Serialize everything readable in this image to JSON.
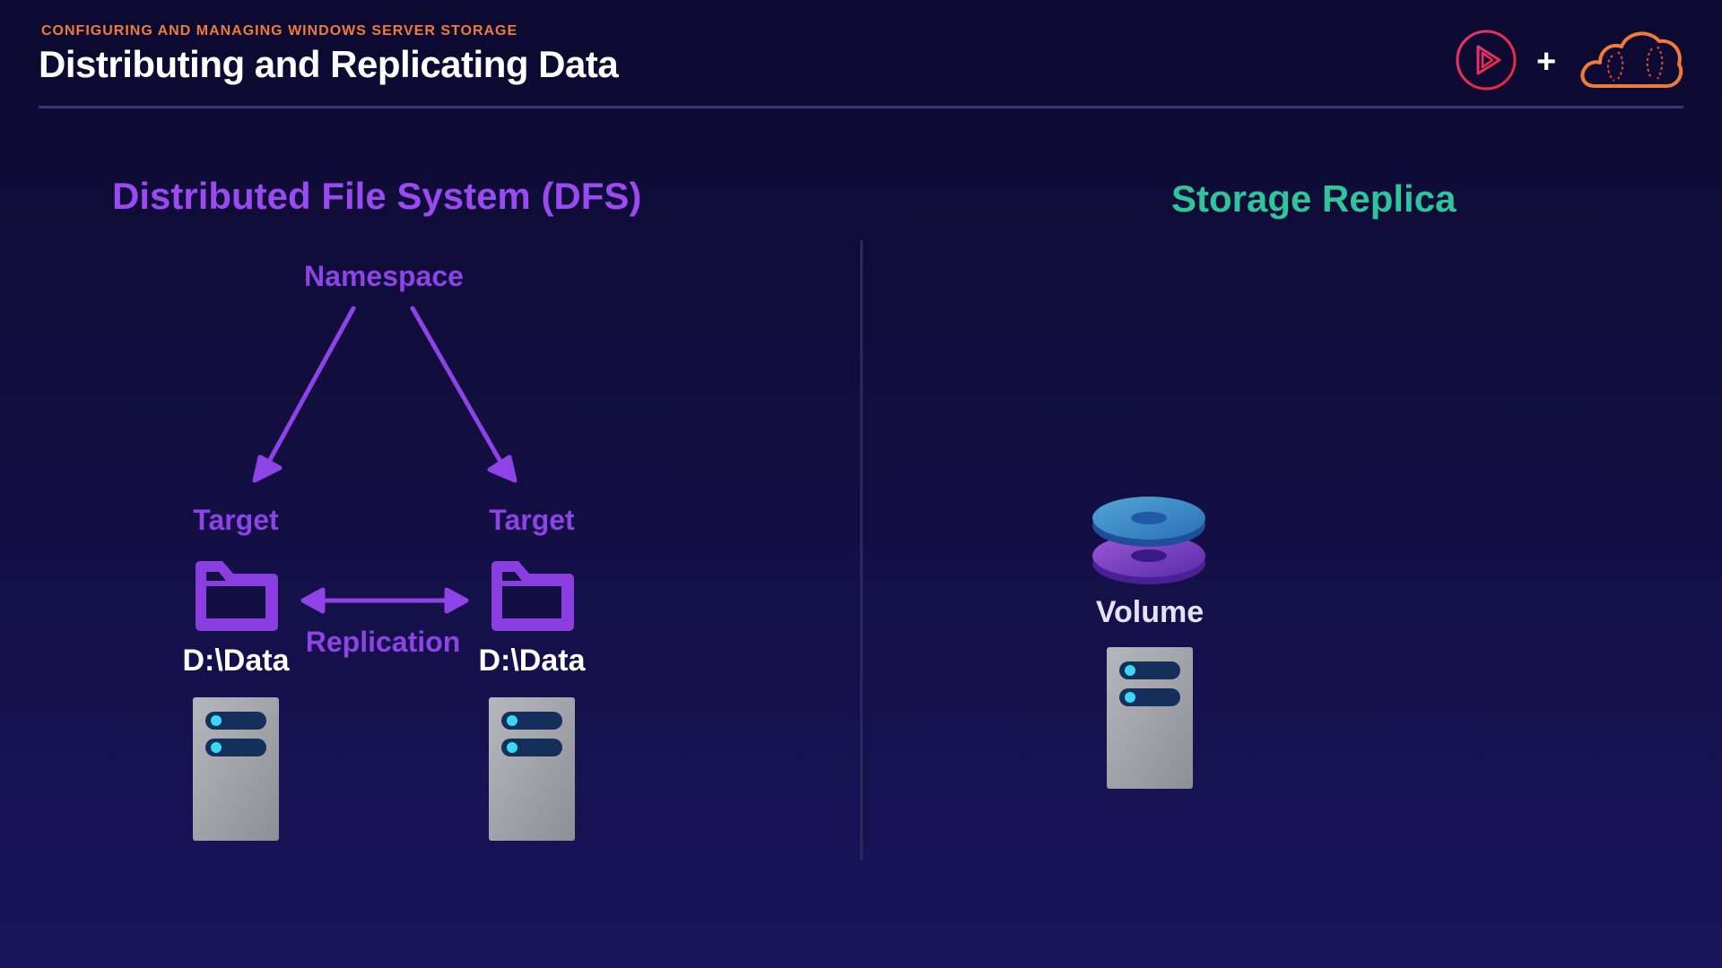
{
  "header": {
    "eyebrow": "CONFIGURING AND MANAGING WINDOWS SERVER STORAGE",
    "title": "Distributing and Replicating Data",
    "plus": "+"
  },
  "colors": {
    "accent_orange": "#f07a3b",
    "dfs_purple": "#9b49f0",
    "replica_green": "#2fc49a",
    "folder_purple": "#8a3ee0",
    "server_gray": "#a9a9b0",
    "server_slot": "#14305a",
    "server_led": "#3ad8f5"
  },
  "dfs": {
    "title": "Distributed File System (DFS)",
    "namespace_label": "Namespace",
    "replication_label": "Replication",
    "targets": [
      {
        "label": "Target",
        "path": "D:\\Data"
      },
      {
        "label": "Target",
        "path": "D:\\Data"
      }
    ]
  },
  "storage_replica": {
    "title": "Storage Replica",
    "volume_label": "Volume"
  },
  "icons": [
    "pluralsight-play-icon",
    "cloud-icon",
    "folder-icon",
    "server-icon",
    "volume-disk-icon",
    "arrow-icon"
  ]
}
